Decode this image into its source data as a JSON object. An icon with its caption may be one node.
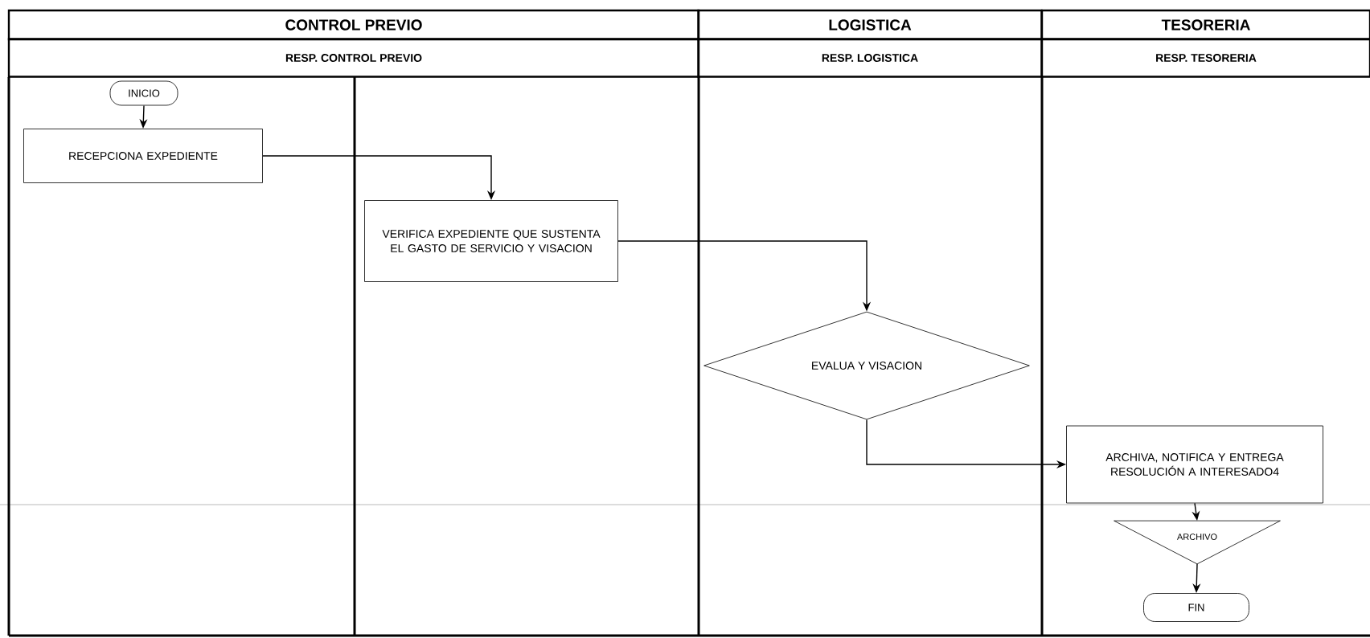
{
  "diagram": {
    "nodes": [
      {
        "text": [
          "CONTROL PREVIO"
        ]
      },
      {
        "text": [
          "LOGISTICA"
        ]
      },
      {
        "text": [
          "TESORERIA"
        ]
      },
      {
        "text": [
          "RESP. CONTROL PREVIO"
        ]
      },
      {
        "text": [
          "RESP. LOGISTICA"
        ]
      },
      {
        "text": [
          "RESP. TESORERIA"
        ]
      },
      {
        "text": [
          "INICIO"
        ]
      },
      {
        "text": [
          "RECEPCIONA EXPEDIENTE"
        ]
      },
      {
        "text": [
          "VERIFICA EXPEDIENTE QUE SUSTENTA EL GASTO DE SERVICIO Y VISACION"
        ]
      },
      {
        "text": [
          "EVALUA Y VISACION"
        ]
      },
      {
        "text": [
          "ARCHIVA, NOTIFICA Y ENTREGA RESOLUCIÓN A INTERESADO4"
        ]
      },
      {
        "text": [
          "ARCHIVO"
        ]
      },
      {
        "text": [
          "FIN"
        ]
      }
    ],
    "edges": [
      {
        "from": 6,
        "to": 7,
        "arrow": "to"
      },
      {
        "from": 7,
        "to": 8,
        "arrow": "to"
      },
      {
        "from": 8,
        "to": 9,
        "arrow": "to"
      },
      {
        "from": 9,
        "to": 10,
        "arrow": "to"
      },
      {
        "from": 10,
        "to": 11,
        "arrow": "to"
      },
      {
        "from": 11,
        "to": 12,
        "arrow": "to"
      }
    ]
  }
}
